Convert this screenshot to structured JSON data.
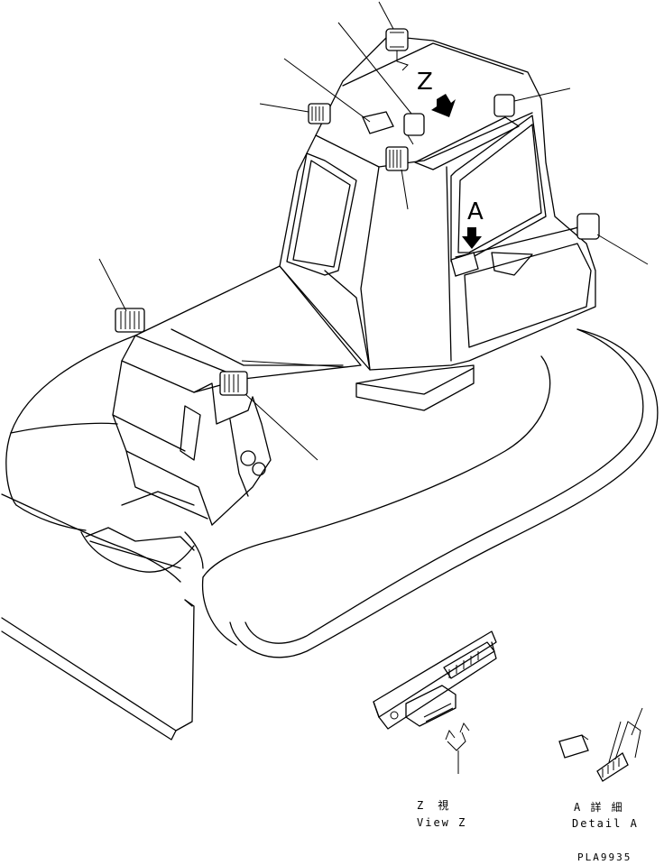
{
  "view_letters": {
    "z": "Z",
    "a": "A"
  },
  "captions": {
    "view_z_jp": "Z　視",
    "view_z_en": "View Z",
    "detail_a_jp": "A 詳 細",
    "detail_a_en": "Detail A"
  },
  "figure_code": "PLA9935"
}
